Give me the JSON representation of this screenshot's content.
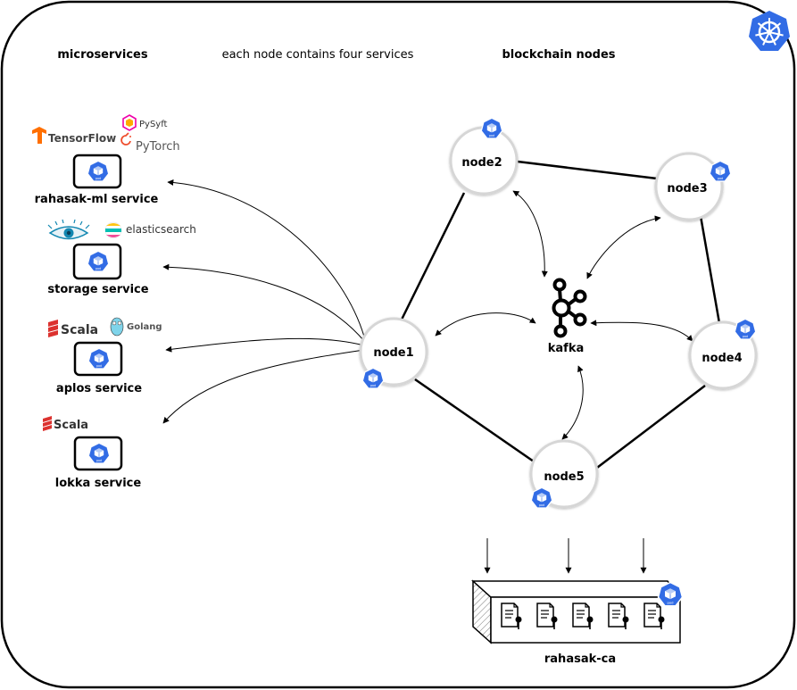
{
  "headers": {
    "microservices": "microservices",
    "note": "each node contains four services",
    "blockchain": "blockchain nodes"
  },
  "services": [
    {
      "label": "rahasak-ml service",
      "logos": [
        "TensorFlow",
        "PySyft",
        "PyTorch"
      ]
    },
    {
      "label": "storage service",
      "logos": [
        "elasticsearch"
      ]
    },
    {
      "label": "aplos service",
      "logos": [
        "Scala",
        "Golang"
      ]
    },
    {
      "label": "lokka service",
      "logos": [
        "Scala"
      ]
    }
  ],
  "nodes": [
    "node1",
    "node2",
    "node3",
    "node4",
    "node5"
  ],
  "kafka": "kafka",
  "ca": {
    "label": "rahasak-ca",
    "certificate_count": 5
  },
  "pod_label": "pod",
  "colors": {
    "k8s_blue": "#326ce5",
    "node_border": "#d6d6d6",
    "tensorflow": "#ff6f00",
    "scala": "#dc322f",
    "pytorch": "#ee4c2c",
    "golang": "#00add8",
    "elastic_teal": "#00bfb3",
    "elastic_yellow": "#fec514"
  },
  "icons": [
    "kubernetes-icon",
    "pod-icon",
    "kafka-icon",
    "cassandra-eye-icon",
    "certificate-icon"
  ]
}
